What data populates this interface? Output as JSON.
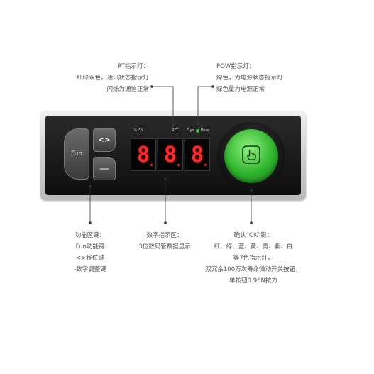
{
  "callouts": {
    "rt": {
      "line1": "RT指示灯：",
      "line2": "红绿双色，通讯状态指示灯",
      "line3": "闪烁为通信正常"
    },
    "pow": {
      "line1": "POW指示灯：",
      "line2": "绿色，为电源状态指示灯",
      "line3": "绿色量为电源正常"
    },
    "fun": {
      "line1": "功能区键：",
      "line2": "Fun功能键",
      "line3": "<>移位键",
      "line4": "-数字调整键"
    },
    "digits": {
      "line1": "数字指示区：",
      "line2": "3位数码管数据显示"
    },
    "ok": {
      "line1": "确认“OK”键：",
      "line2": "红、绿、蓝、黄、青、紫、白",
      "line3": "等7色指示灯，",
      "line4": "双冗余100万次寿命微动开关按钮，",
      "line5": "单按钮0.96N按力"
    }
  },
  "panel": {
    "model": "T-P3",
    "rt_label": "R/T",
    "sys_label": "Sys",
    "pow_label": "Pow",
    "fun_button": "Fun",
    "shift_button": "<>",
    "minus_button": "—",
    "digits": [
      "8",
      "8",
      "8"
    ],
    "ok_icon": "hand-pointer-icon",
    "digit_color": "#ff2a2a",
    "ok_color": "#2fb52c",
    "pow_led_color": "#35c93c"
  }
}
